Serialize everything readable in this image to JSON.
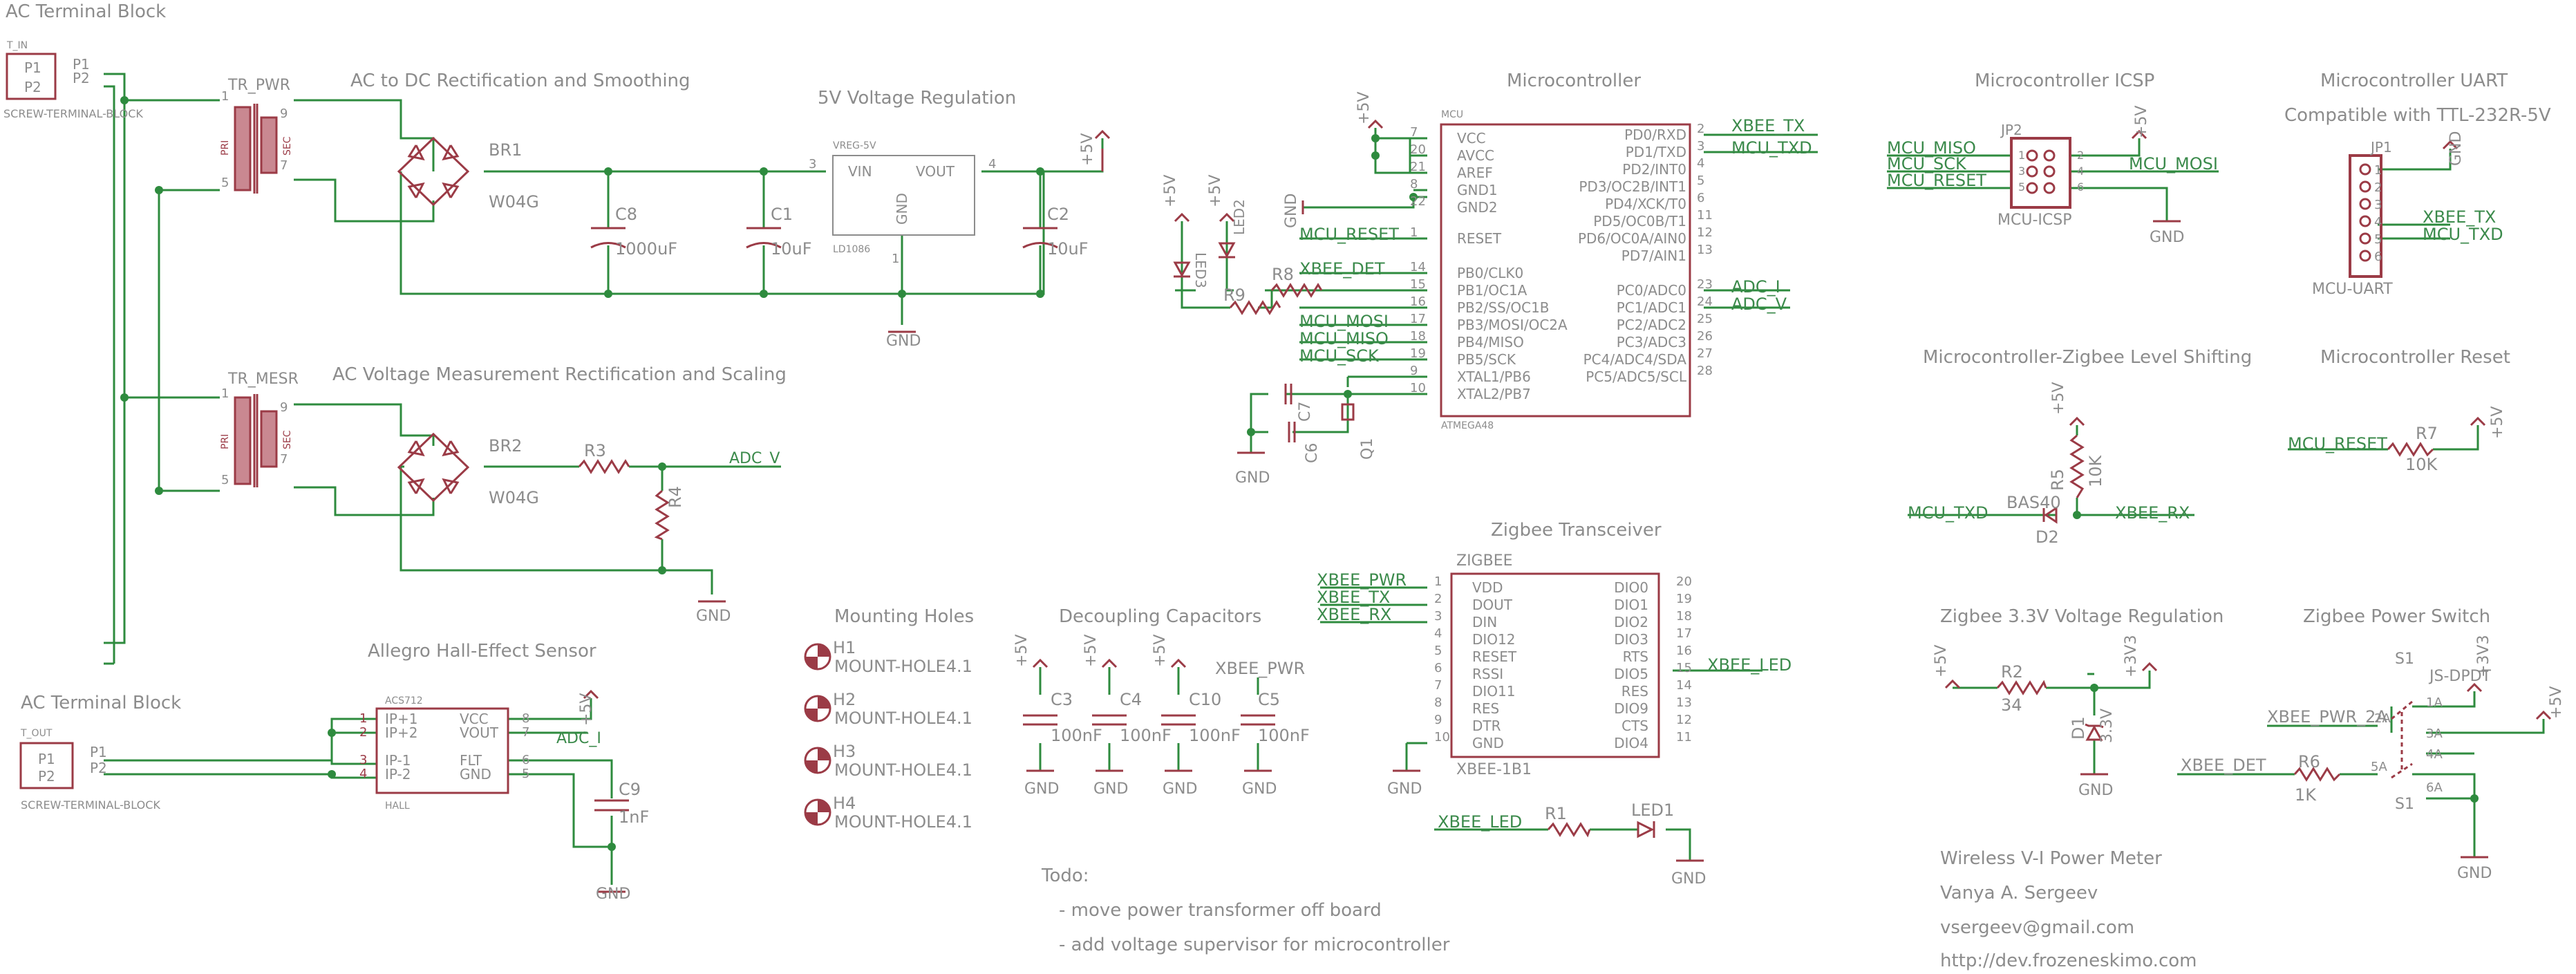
{
  "colors": {
    "wire": "#2e8b3e",
    "part": "#9b3b46",
    "text": "#8c8c8c",
    "net_label": "#3b8a4b"
  },
  "sections": {
    "ac_in": "AC Terminal Block",
    "rectifier": "AC to DC Rectification and Smoothing",
    "vreg5": "5V Voltage Regulation",
    "mcu": "Microcontroller",
    "icsp": "Microcontroller ICSP",
    "uart_1": "Microcontroller UART",
    "uart_2": "Compatible with TTL-232R-5V",
    "meas": "AC Voltage Measurement Rectification and Scaling",
    "level": "Microcontroller-Zigbee Level Shifting",
    "reset": "Microcontroller Reset",
    "hall": "Allegro Hall-Effect Sensor",
    "ac_out": "AC Terminal Block",
    "holes": "Mounting Holes",
    "decoup": "Decoupling Capacitors",
    "zigbee": "Zigbee Transceiver",
    "zreg": "Zigbee 3.3V Voltage Regulation",
    "zpwr": "Zigbee Power Switch"
  },
  "notes": {
    "todo": "Todo:",
    "todo_1": "- move power transformer off board",
    "todo_2": "- add voltage supervisor for microcontroller"
  },
  "credits": {
    "project": "Wireless V-I Power Meter",
    "author": "Vanya A. Sergeev",
    "email": "vsergeev@gmail.com",
    "url": "http://dev.frozeneskimo.com"
  },
  "parts": {
    "t_in": "T_IN",
    "t_out": "T_OUT",
    "screw": "SCREW-TERMINAL-BLOCK",
    "p1": "P1",
    "p2": "P2",
    "tr_pwr": "TR_PWR",
    "tr_mesr": "TR_MESR",
    "pri": "PRI",
    "sec": "SEC",
    "br1": "BR1",
    "br2": "BR2",
    "w04g": "W04G",
    "c8": "C8",
    "c8v": "1000uF",
    "c1": "C1",
    "c1v": "10uF",
    "c2": "C2",
    "c2v": "10uF",
    "vreg": "VREG-5V",
    "vin": "VIN",
    "vout": "VOUT",
    "gndpin": "GND",
    "ld1086": "LD1086",
    "r3": "R3",
    "r4": "R4",
    "r8": "R8",
    "r9": "R9",
    "r1": "R1",
    "r2": "R2",
    "r2v": "34",
    "r5": "R5",
    "r5v": "10K",
    "r6": "R6",
    "r6v": "1K",
    "r7": "R7",
    "r7v": "10K",
    "led1": "LED1",
    "led2": "LED2",
    "led3": "LED3",
    "c6": "C6",
    "c7": "C7",
    "q1": "Q1",
    "mcu_ref": "MCU",
    "mcu_val": "ATMEGA48",
    "jp2": "JP2",
    "mcu_icsp": "MCU-ICSP",
    "jp1": "JP1",
    "mcu_uart": "MCU-UART",
    "acs": "ACS712",
    "hall": "HALL",
    "c9": "C9",
    "c9v": "1nF",
    "h1": "H1",
    "h2": "H2",
    "h3": "H3",
    "h4": "H4",
    "mh": "MOUNT-HOLE4.1",
    "c3": "C3",
    "c4": "C4",
    "c10": "C10",
    "c5": "C5",
    "n100": "100nF",
    "zig_ref": "ZIGBEE",
    "zig_val": "XBEE-1B1",
    "bas40": "BAS40",
    "d2": "D2",
    "d1": "D1",
    "d1v": "3.3V",
    "s1": "S1",
    "jsdpdt": "JS-DPDT"
  },
  "nets": {
    "gnd": "GND",
    "v5": "+5V",
    "v33": "+3V3",
    "xbee_tx": "XBEE_TX",
    "mcu_txd": "MCU_TXD",
    "adc_i": "ADC_I",
    "adc_v": "ADC_V",
    "mcu_reset": "MCU_RESET",
    "xbee_det": "XBEE_DET",
    "mcu_mosi": "MCU_MOSI",
    "mcu_miso": "MCU_MISO",
    "mcu_sck": "MCU_SCK",
    "xbee_rx": "XBEE_RX",
    "xbee_pwr": "XBEE_PWR",
    "xbee_led": "XBEE_LED",
    "xbee_pwr_2a": "XBEE_PWR_2A"
  },
  "mcu_left_pins": [
    {
      "n": "7",
      "name": "VCC"
    },
    {
      "n": "20",
      "name": "AVCC"
    },
    {
      "n": "21",
      "name": "AREF"
    },
    {
      "n": "8",
      "name": "GND1"
    },
    {
      "n": "22",
      "name": "GND2"
    },
    {
      "n": "1",
      "name": "RESET"
    },
    {
      "n": "14",
      "name": "PB0/CLK0"
    },
    {
      "n": "15",
      "name": "PB1/OC1A"
    },
    {
      "n": "16",
      "name": "PB2/SS/OC1B"
    },
    {
      "n": "17",
      "name": "PB3/MOSI/OC2A"
    },
    {
      "n": "18",
      "name": "PB4/MISO"
    },
    {
      "n": "19",
      "name": "PB5/SCK"
    },
    {
      "n": "9",
      "name": "XTAL1/PB6"
    },
    {
      "n": "10",
      "name": "XTAL2/PB7"
    }
  ],
  "mcu_right_pins": [
    {
      "n": "2",
      "name": "PD0/RXD"
    },
    {
      "n": "3",
      "name": "PD1/TXD"
    },
    {
      "n": "4",
      "name": "PD2/INT0"
    },
    {
      "n": "5",
      "name": "PD3/OC2B/INT1"
    },
    {
      "n": "6",
      "name": "PD4/XCK/T0"
    },
    {
      "n": "11",
      "name": "PD5/OC0B/T1"
    },
    {
      "n": "12",
      "name": "PD6/OC0A/AIN0"
    },
    {
      "n": "13",
      "name": "PD7/AIN1"
    },
    {
      "n": "23",
      "name": "PC0/ADC0"
    },
    {
      "n": "24",
      "name": "PC1/ADC1"
    },
    {
      "n": "25",
      "name": "PC2/ADC2"
    },
    {
      "n": "26",
      "name": "PC3/ADC3"
    },
    {
      "n": "27",
      "name": "PC4/ADC4/SDA"
    },
    {
      "n": "28",
      "name": "PC5/ADC5/SCL"
    }
  ],
  "xbee_left_pins": [
    {
      "n": "1",
      "name": "VDD"
    },
    {
      "n": "2",
      "name": "DOUT"
    },
    {
      "n": "3",
      "name": "DIN"
    },
    {
      "n": "4",
      "name": "DIO12"
    },
    {
      "n": "5",
      "name": "RESET"
    },
    {
      "n": "6",
      "name": "RSSI"
    },
    {
      "n": "7",
      "name": "DIO11"
    },
    {
      "n": "8",
      "name": "RES"
    },
    {
      "n": "9",
      "name": "DTR"
    },
    {
      "n": "10",
      "name": "GND"
    }
  ],
  "xbee_right_pins": [
    {
      "n": "20",
      "name": "DIO0"
    },
    {
      "n": "19",
      "name": "DIO1"
    },
    {
      "n": "18",
      "name": "DIO2"
    },
    {
      "n": "17",
      "name": "DIO3"
    },
    {
      "n": "16",
      "name": "RTS"
    },
    {
      "n": "15",
      "name": "DIO5"
    },
    {
      "n": "14",
      "name": "RES"
    },
    {
      "n": "13",
      "name": "DIO9"
    },
    {
      "n": "12",
      "name": "CTS"
    },
    {
      "n": "11",
      "name": "DIO4"
    }
  ],
  "acs_left_pins": [
    {
      "n": "1",
      "name": "IP+1"
    },
    {
      "n": "2",
      "name": "IP+2"
    },
    {
      "n": "3",
      "name": "IP-1"
    },
    {
      "n": "4",
      "name": "IP-2"
    }
  ],
  "acs_right_pins": [
    {
      "n": "8",
      "name": "VCC"
    },
    {
      "n": "7",
      "name": "VOUT"
    },
    {
      "n": "6",
      "name": "FLT"
    },
    {
      "n": "5",
      "name": "GND"
    }
  ],
  "icsp_pins": [
    "1",
    "2",
    "3",
    "4",
    "5",
    "6"
  ],
  "uart_pins": [
    "1",
    "2",
    "3",
    "4",
    "5",
    "6"
  ],
  "misc_pins": {
    "tr1": "1",
    "tr5": "5",
    "tr9": "9",
    "tr7": "7",
    "v3": "3",
    "v4": "4",
    "v1": "1",
    "s1a": "1A",
    "s2a": "2A",
    "s3a": "3A",
    "s4a": "4A",
    "s5a": "5A",
    "s6a": "6A"
  }
}
